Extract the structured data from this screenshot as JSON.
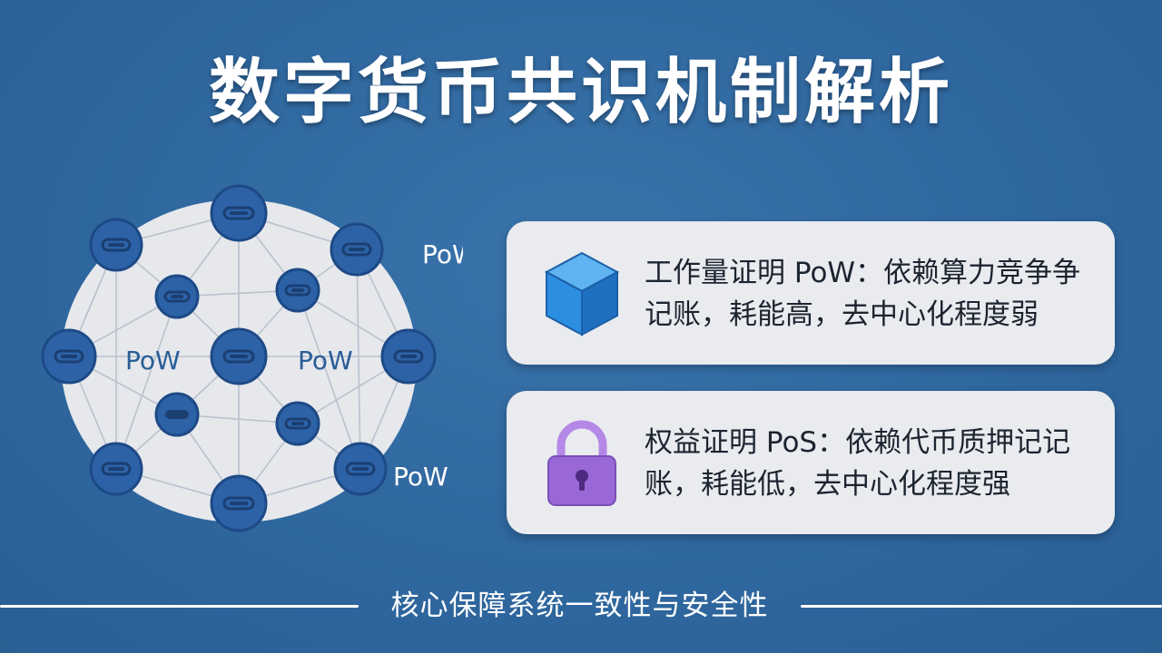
{
  "title": "数字货币共识机制解析",
  "network": {
    "labels": [
      "PoW",
      "PoW",
      "PoW",
      "PoW"
    ]
  },
  "cards": [
    {
      "icon": "cube-icon",
      "text": "工作量证明 PoW：依赖算力竞争争记账，耗能高，去中心化程度弱"
    },
    {
      "icon": "lock-icon",
      "text": "权益证明 PoS：依赖代币质押记记账，耗能低，去中心化程度强"
    }
  ],
  "footer": {
    "caption": "核心保障系统一致性与安全性"
  },
  "colors": {
    "background": "#2f679f",
    "node": "#2d62a7",
    "card": "#e9ebef",
    "cube": "#2c8ee0",
    "lock": "#9a68d6"
  }
}
